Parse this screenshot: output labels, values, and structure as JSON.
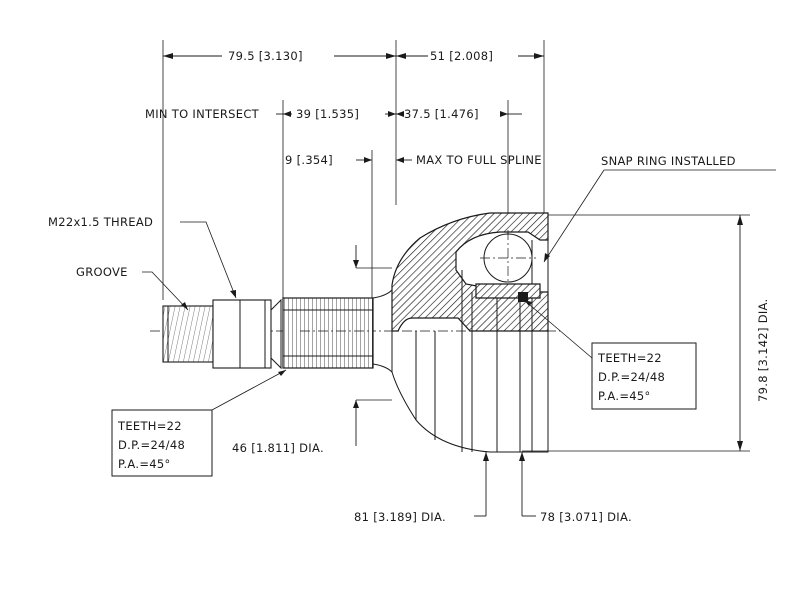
{
  "dimensions": {
    "overall_left": "79.5 [3.130]",
    "overall_right": "51 [2.008]",
    "min_to_intersect_label": "MIN TO INTERSECT",
    "min_to_intersect_value": "39 [1.535]",
    "intersect_right": "37.5 [1.476]",
    "spline_offset": "9 [.354]",
    "max_to_full_spline": "MAX TO FULL SPLINE",
    "shaft_dia": "46 [1.811] DIA.",
    "bell_dia_81": "81 [3.189] DIA.",
    "bell_dia_78": "78 [3.071] DIA.",
    "bell_dia_79": "79.8 [3.142] DIA."
  },
  "callouts": {
    "thread": "M22x1.5 THREAD",
    "groove": "GROOVE",
    "snap_ring": "SNAP RING INSTALLED"
  },
  "spec_left": {
    "teeth": "TEETH=22",
    "dp": "D.P.=24/48",
    "pa": "P.A.=45°"
  },
  "spec_right": {
    "teeth": "TEETH=22",
    "dp": "D.P.=24/48",
    "pa": "P.A.=45°"
  }
}
